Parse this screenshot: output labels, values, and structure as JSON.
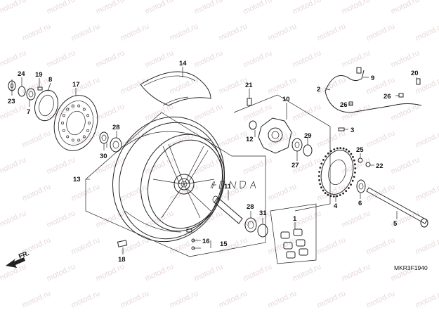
{
  "watermark": {
    "text": "motod.ru"
  },
  "diagram_code": "MKR3F1940",
  "direction_indicator": "FR.",
  "callouts": {
    "c1": "1",
    "c2": "2",
    "c3": "3",
    "c4": "4",
    "c5": "5",
    "c6": "6",
    "c7": "7",
    "c8": "8",
    "c9": "9",
    "c10": "10",
    "c11": "11",
    "c12": "12",
    "c13": "13",
    "c14": "14",
    "c15": "15",
    "c16": "16",
    "c17": "17",
    "c18": "18",
    "c19": "19",
    "c20": "20",
    "c21": "21",
    "c22": "22",
    "c23": "23",
    "c24": "24",
    "c25": "25",
    "c26": "26",
    "c27": "27",
    "c28a": "28",
    "c28b": "28",
    "c29": "29",
    "c30": "30",
    "c31": "31"
  },
  "colors": {
    "line": "#222222",
    "watermark": "#e8d9d9"
  }
}
